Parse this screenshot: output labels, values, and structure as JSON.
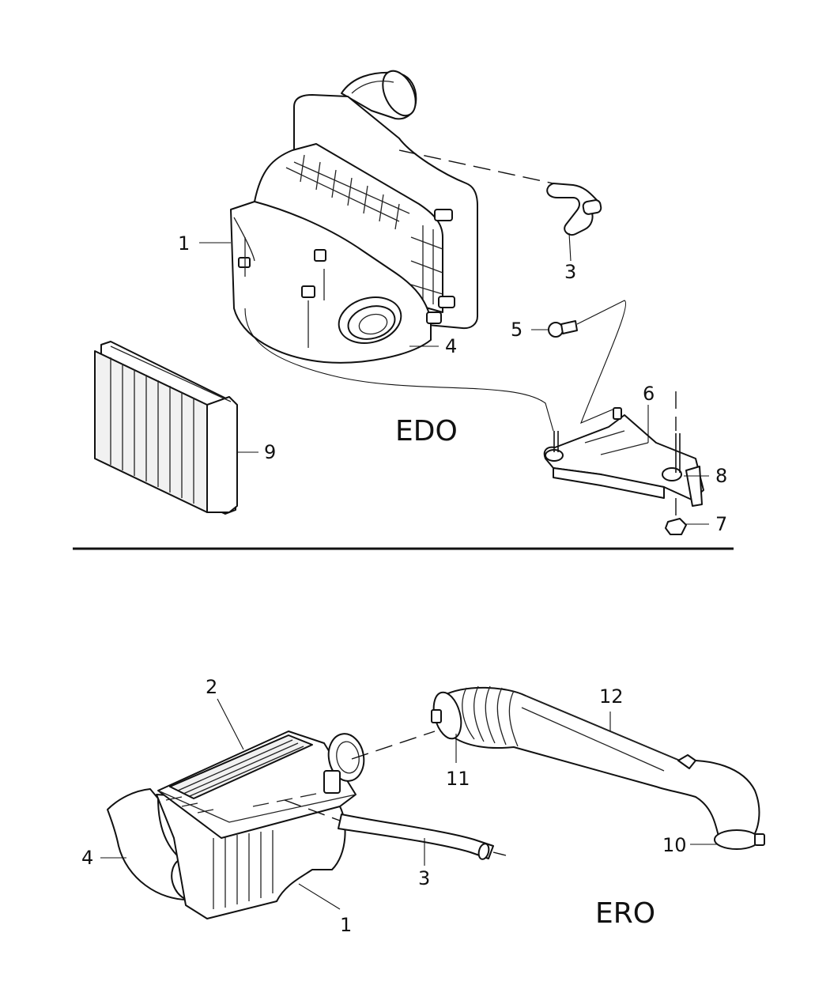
{
  "sections": {
    "edo": {
      "label": "EDO"
    },
    "ero": {
      "label": "ERO"
    }
  },
  "callouts": {
    "edo": {
      "c1": "1",
      "c3": "3",
      "c4": "4",
      "c5": "5",
      "c6": "6",
      "c7": "7",
      "c8": "8",
      "c9": "9"
    },
    "ero": {
      "c1": "1",
      "c2": "2",
      "c3": "3",
      "c4": "4",
      "c10": "10",
      "c11": "11",
      "c12": "12"
    }
  },
  "parts": {
    "p1": "air-cleaner-housing",
    "p2": "air-cleaner-cover",
    "p3": "hose",
    "p4": "intake-duct",
    "p5": "bolt",
    "p6": "bracket",
    "p7": "nut",
    "p8": "stud",
    "p9": "air-filter-element",
    "p10": "clamp",
    "p11": "clamp",
    "p12": "resonator-tube"
  }
}
